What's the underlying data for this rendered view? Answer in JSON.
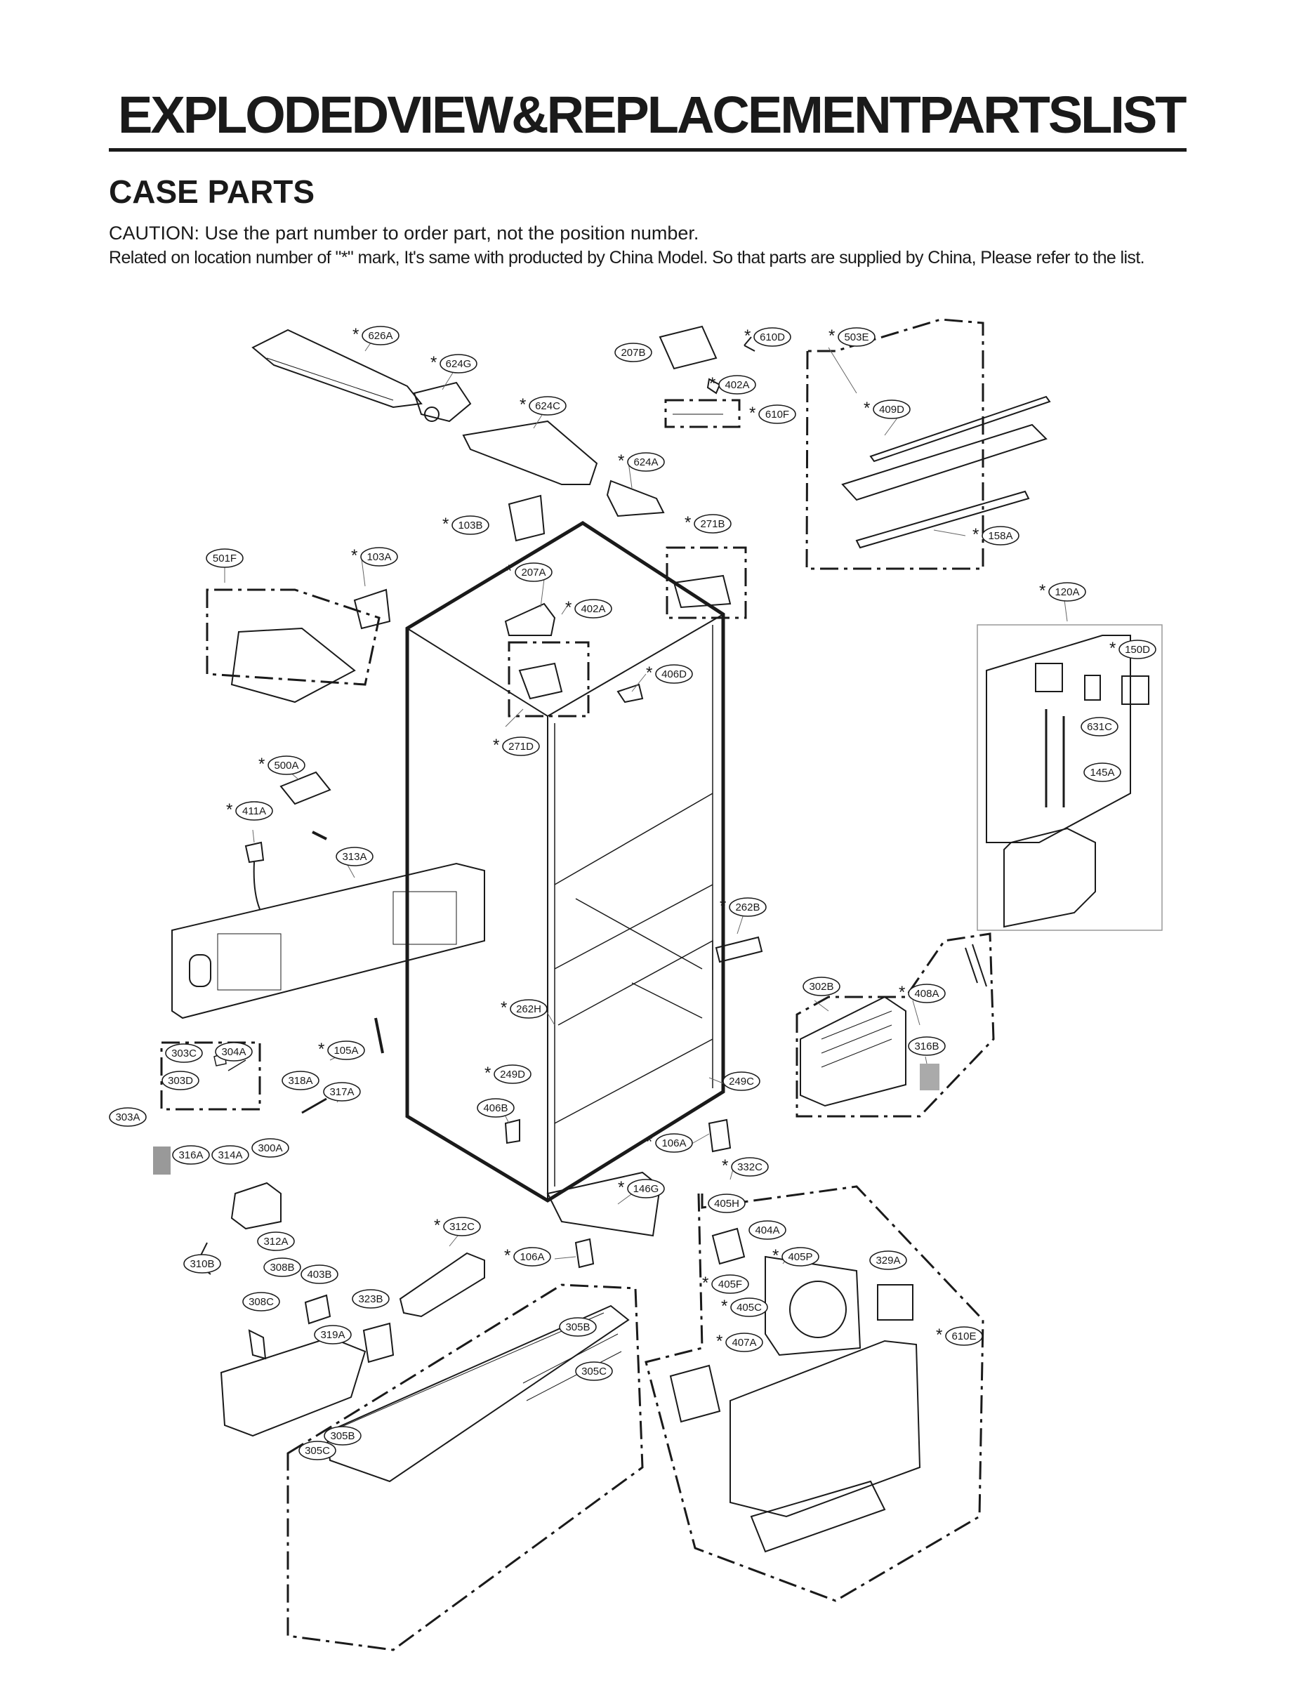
{
  "header": {
    "title": "EXPLODEDVIEW&REPLACEMENTPARTSLIST",
    "section": "CASE PARTS",
    "caution": "CAUTION: Use the part number to order part, not the position number.",
    "note": "Related on location number of \"*\" mark, It's same with producted by China Model. So that parts are supplied by China, Please refer to the list."
  },
  "labels": [
    {
      "id": "626A",
      "star": true
    },
    {
      "id": "624G",
      "star": true
    },
    {
      "id": "624C",
      "star": true
    },
    {
      "id": "624A",
      "star": true
    },
    {
      "id": "103B",
      "star": true
    },
    {
      "id": "207B",
      "star": false
    },
    {
      "id": "610D",
      "star": true
    },
    {
      "id": "402A",
      "star": true
    },
    {
      "id": "610F",
      "star": true
    },
    {
      "id": "503E",
      "star": true
    },
    {
      "id": "409D",
      "star": true
    },
    {
      "id": "158A",
      "star": true
    },
    {
      "id": "271B",
      "star": true
    },
    {
      "id": "501F",
      "star": false
    },
    {
      "id": "103A",
      "star": true
    },
    {
      "id": "207A",
      "star": true
    },
    {
      "id": "402A",
      "star": true
    },
    {
      "id": "406D",
      "star": true
    },
    {
      "id": "271D",
      "star": true
    },
    {
      "id": "120A",
      "star": true
    },
    {
      "id": "150D",
      "star": true
    },
    {
      "id": "631C",
      "star": false
    },
    {
      "id": "145A",
      "star": false
    },
    {
      "id": "500A",
      "star": true
    },
    {
      "id": "411A",
      "star": true
    },
    {
      "id": "313A",
      "star": false
    },
    {
      "id": "262B",
      "star": true
    },
    {
      "id": "302B",
      "star": false
    },
    {
      "id": "408A",
      "star": true
    },
    {
      "id": "316B",
      "star": false
    },
    {
      "id": "262H",
      "star": true
    },
    {
      "id": "105A",
      "star": true
    },
    {
      "id": "303C",
      "star": false
    },
    {
      "id": "304A",
      "star": false
    },
    {
      "id": "303D",
      "star": false
    },
    {
      "id": "303A",
      "star": false
    },
    {
      "id": "318A",
      "star": false
    },
    {
      "id": "317A",
      "star": false
    },
    {
      "id": "249D",
      "star": true
    },
    {
      "id": "249C",
      "star": false
    },
    {
      "id": "406B",
      "star": false
    },
    {
      "id": "106A",
      "star": true
    },
    {
      "id": "316A",
      "star": false
    },
    {
      "id": "314A",
      "star": false
    },
    {
      "id": "300A",
      "star": false
    },
    {
      "id": "332C",
      "star": true
    },
    {
      "id": "146G",
      "star": true
    },
    {
      "id": "405H",
      "star": false
    },
    {
      "id": "404A",
      "star": false
    },
    {
      "id": "312C",
      "star": true
    },
    {
      "id": "312A",
      "star": false
    },
    {
      "id": "106A",
      "star": true
    },
    {
      "id": "405P",
      "star": true
    },
    {
      "id": "329A",
      "star": false
    },
    {
      "id": "405F",
      "star": true
    },
    {
      "id": "310B",
      "star": false
    },
    {
      "id": "308B",
      "star": false
    },
    {
      "id": "403B",
      "star": false
    },
    {
      "id": "405C",
      "star": true
    },
    {
      "id": "308C",
      "star": false
    },
    {
      "id": "323B",
      "star": false
    },
    {
      "id": "407A",
      "star": true
    },
    {
      "id": "610E",
      "star": true
    },
    {
      "id": "319A",
      "star": false
    },
    {
      "id": "305B",
      "star": false
    },
    {
      "id": "305C",
      "star": false
    },
    {
      "id": "305B",
      "star": false
    },
    {
      "id": "305C",
      "star": false
    }
  ]
}
